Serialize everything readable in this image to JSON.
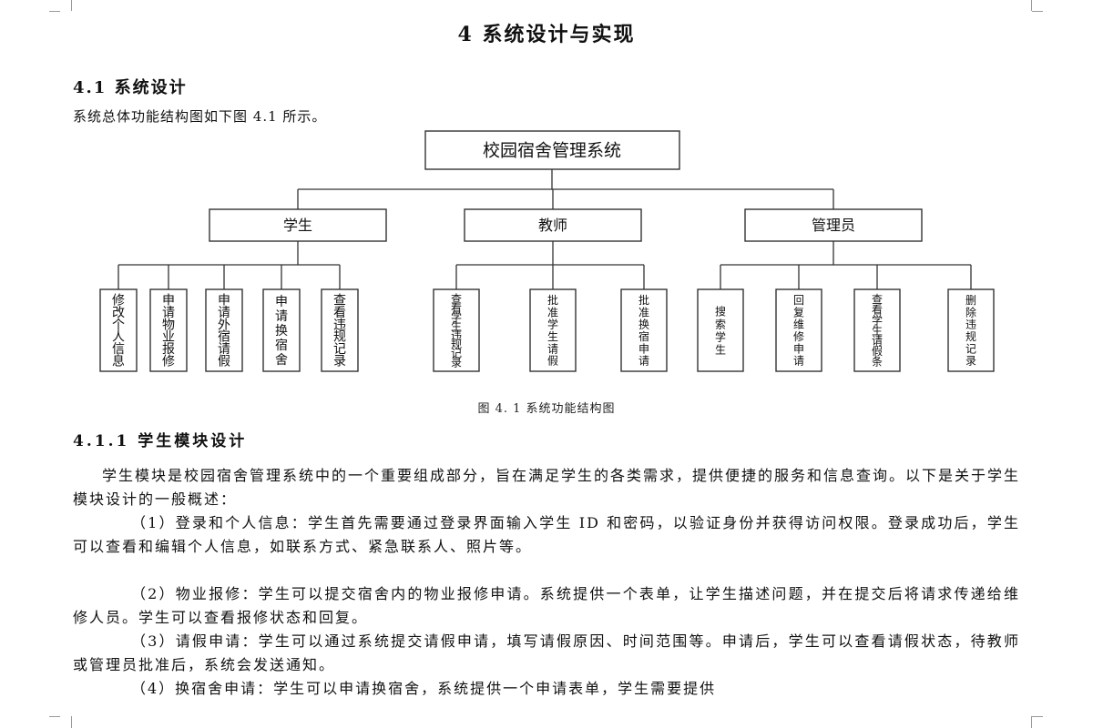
{
  "chapter_title": "4  系统设计与实现",
  "section_title": "4.1  系统设计",
  "intro": "系统总体功能结构图如下图 4.1 所示。",
  "diagram": {
    "root": "校园宿舍管理系统",
    "groups": [
      {
        "label": "学生",
        "children": [
          "修改个人信息",
          "申请物业报修",
          "申请外宿请假",
          "申请换宿舍",
          "查看违规记录"
        ]
      },
      {
        "label": "教师",
        "children": [
          "查看学生违规记录",
          "批准学生请假",
          "批准换宿申请"
        ]
      },
      {
        "label": "管理员",
        "children": [
          "搜索学生",
          "回复维修申请",
          "查看学生请假条",
          "删除违规记录"
        ]
      }
    ]
  },
  "figure_caption": "图 4. 1  系统功能结构图",
  "subsection_title": "4.1.1  学生模块设计",
  "paragraphs": [
    "学生模块是校园宿舍管理系统中的一个重要组成部分，旨在满足学生的各类需求，提供便捷的服务和信息查询。以下是关于学生模块设计的一般概述：",
    "（1）登录和个人信息：学生首先需要通过登录界面输入学生 ID 和密码，以验证身份并获得访问权限。登录成功后，学生可以查看和编辑个人信息，如联系方式、紧急联系人、照片等。",
    "（2）物业报修：学生可以提交宿舍内的物业报修申请。系统提供一个表单，让学生描述问题，并在提交后将请求传递给维修人员。学生可以查看报修状态和回复。",
    "（3）请假申请：学生可以通过系统提交请假申请，填写请假原因、时间范围等。申请后，学生可以查看请假状态，待教师或管理员批准后，系统会发送通知。",
    "（4）换宿舍申请：学生可以申请换宿舍，系统提供一个申请表单，学生需要提供"
  ]
}
